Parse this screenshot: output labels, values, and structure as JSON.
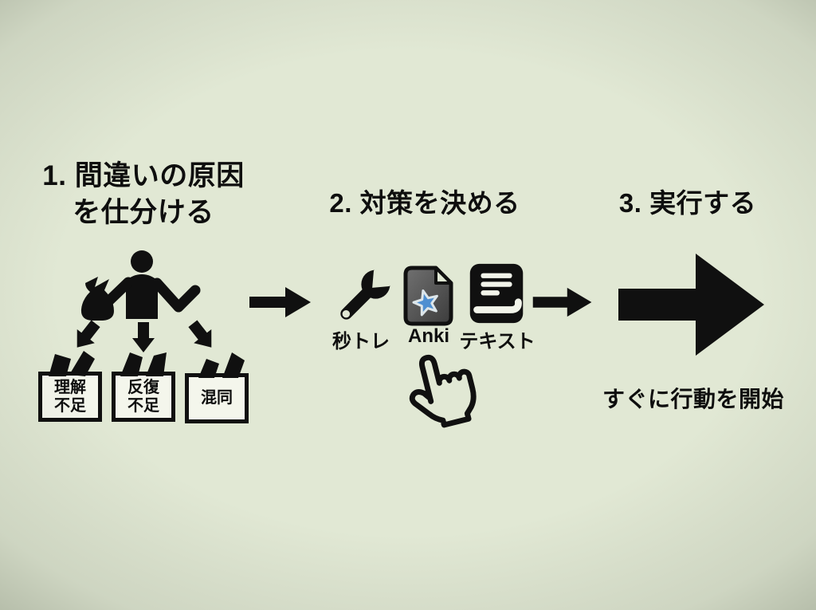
{
  "colors": {
    "background": "#e1e8d4",
    "ink": "#101010",
    "box_fill": "#f4f6ec",
    "anki_body_dark": "#3c3c3c",
    "anki_body_light": "#717171",
    "anki_star_blue": "#4e8fd1",
    "anki_star_outline": "#dde6ea",
    "book_page_white": "#f2f4ea"
  },
  "step1": {
    "title_line1": "1. 間違いの原因",
    "title_line2": "を仕分ける",
    "box1_line1": "理解",
    "box1_line2": "不足",
    "box2_line1": "反復",
    "box2_line2": "不足",
    "box3_label": "混同"
  },
  "step2": {
    "title": "2. 対策を決める",
    "tool1_label": "秒トレ",
    "tool2_label": "Anki",
    "tool3_label": "テキスト"
  },
  "step3": {
    "title": "3. 実行する",
    "note": "すぐに行動を開始"
  },
  "icons": {
    "sorter": "person-sorting-icon",
    "bag": "bag-icon",
    "tool1": "wrench-icon",
    "tool2": "anki-file-icon",
    "tool3": "textbook-icon",
    "cursor": "hand-pointer-icon",
    "flow": "right-arrow-icon"
  }
}
